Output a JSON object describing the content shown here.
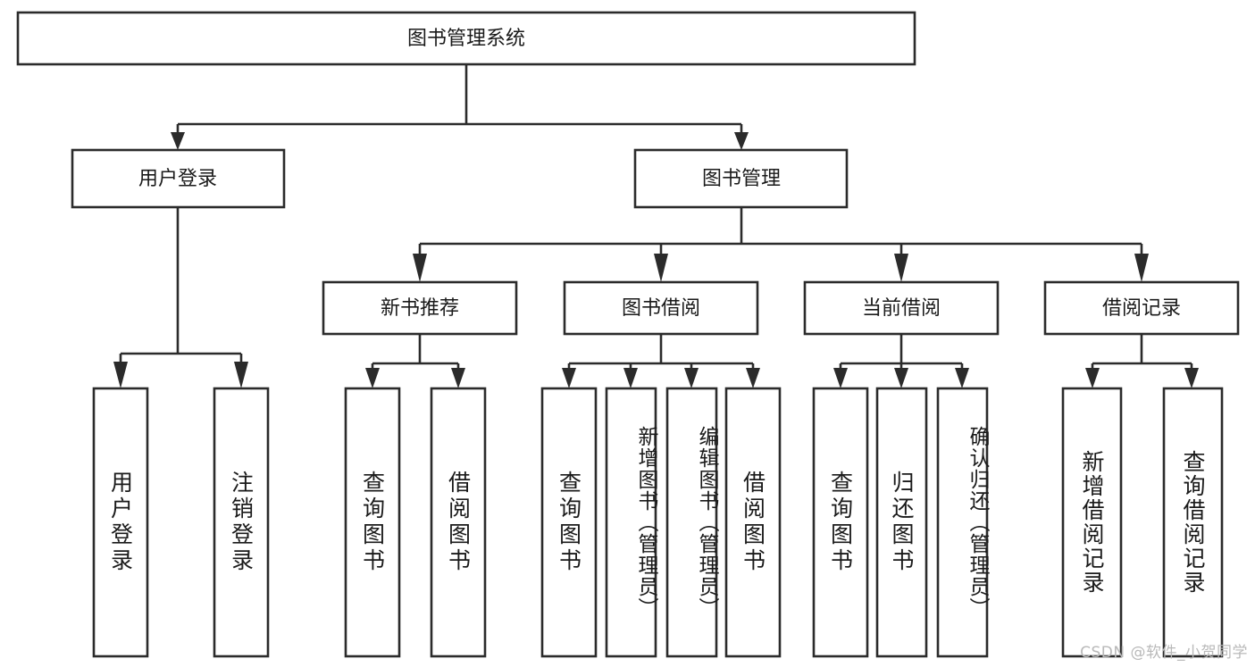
{
  "diagram": {
    "title": "图书管理系统",
    "watermark": "CSDN @软件_小贺同学",
    "levels": {
      "root": {
        "label": "图书管理系统"
      },
      "level2": [
        {
          "label": "用户登录"
        },
        {
          "label": "图书管理"
        }
      ],
      "level3": [
        {
          "label": "新书推荐"
        },
        {
          "label": "图书借阅"
        },
        {
          "label": "当前借阅"
        },
        {
          "label": "借阅记录"
        }
      ],
      "leaves": [
        {
          "label": "用户登录",
          "parent": "用户登录"
        },
        {
          "label": "注销登录",
          "parent": "用户登录"
        },
        {
          "label": "查询图书",
          "parent": "新书推荐"
        },
        {
          "label": "借阅图书",
          "parent": "新书推荐"
        },
        {
          "label": "查询图书",
          "parent": "图书借阅"
        },
        {
          "label": "新增图书（管理员）",
          "parent": "图书借阅"
        },
        {
          "label": "编辑图书（管理员）",
          "parent": "图书借阅"
        },
        {
          "label": "借阅图书",
          "parent": "图书借阅"
        },
        {
          "label": "查询图书",
          "parent": "当前借阅"
        },
        {
          "label": "归还图书",
          "parent": "当前借阅"
        },
        {
          "label": "确认归还（管理员）",
          "parent": "当前借阅"
        },
        {
          "label": "新增借阅记录",
          "parent": "借阅记录"
        },
        {
          "label": "查询借阅记录",
          "parent": "借阅记录"
        }
      ]
    },
    "colors": {
      "stroke": "#2b2b2b",
      "fill": "#ffffff",
      "text": "#1a1a1a",
      "watermark": "#b9b9b9"
    }
  }
}
